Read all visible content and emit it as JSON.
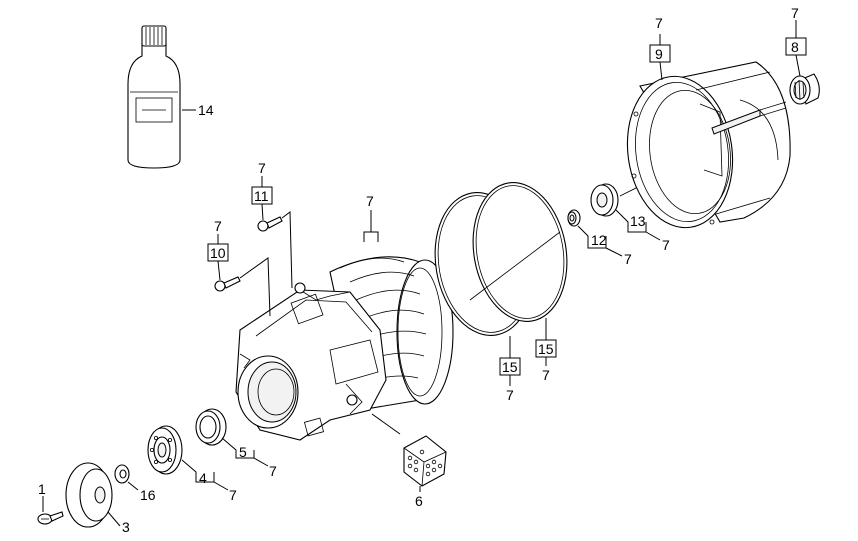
{
  "diagram": {
    "callouts": [
      {
        "id": "c1",
        "text": "1"
      },
      {
        "id": "c3",
        "text": "3"
      },
      {
        "id": "c16",
        "text": "16"
      },
      {
        "id": "c4",
        "text": "4"
      },
      {
        "id": "c4s",
        "text": "7"
      },
      {
        "id": "c5",
        "text": "5"
      },
      {
        "id": "c5s",
        "text": "7"
      },
      {
        "id": "c6",
        "text": "6"
      },
      {
        "id": "c10",
        "text": "10"
      },
      {
        "id": "c10s",
        "text": "7"
      },
      {
        "id": "c11",
        "text": "11"
      },
      {
        "id": "c11s",
        "text": "7"
      },
      {
        "id": "cHs",
        "text": "7"
      },
      {
        "id": "c15a",
        "text": "15"
      },
      {
        "id": "c15as",
        "text": "7"
      },
      {
        "id": "c15b",
        "text": "15"
      },
      {
        "id": "c15bs",
        "text": "7"
      },
      {
        "id": "c12",
        "text": "12"
      },
      {
        "id": "c12s",
        "text": "7"
      },
      {
        "id": "c13",
        "text": "13"
      },
      {
        "id": "c13s",
        "text": "7"
      },
      {
        "id": "c9",
        "text": "9"
      },
      {
        "id": "c9s",
        "text": "7"
      },
      {
        "id": "c8",
        "text": "8"
      },
      {
        "id": "c8s",
        "text": "7"
      },
      {
        "id": "c14",
        "text": "14"
      }
    ]
  }
}
